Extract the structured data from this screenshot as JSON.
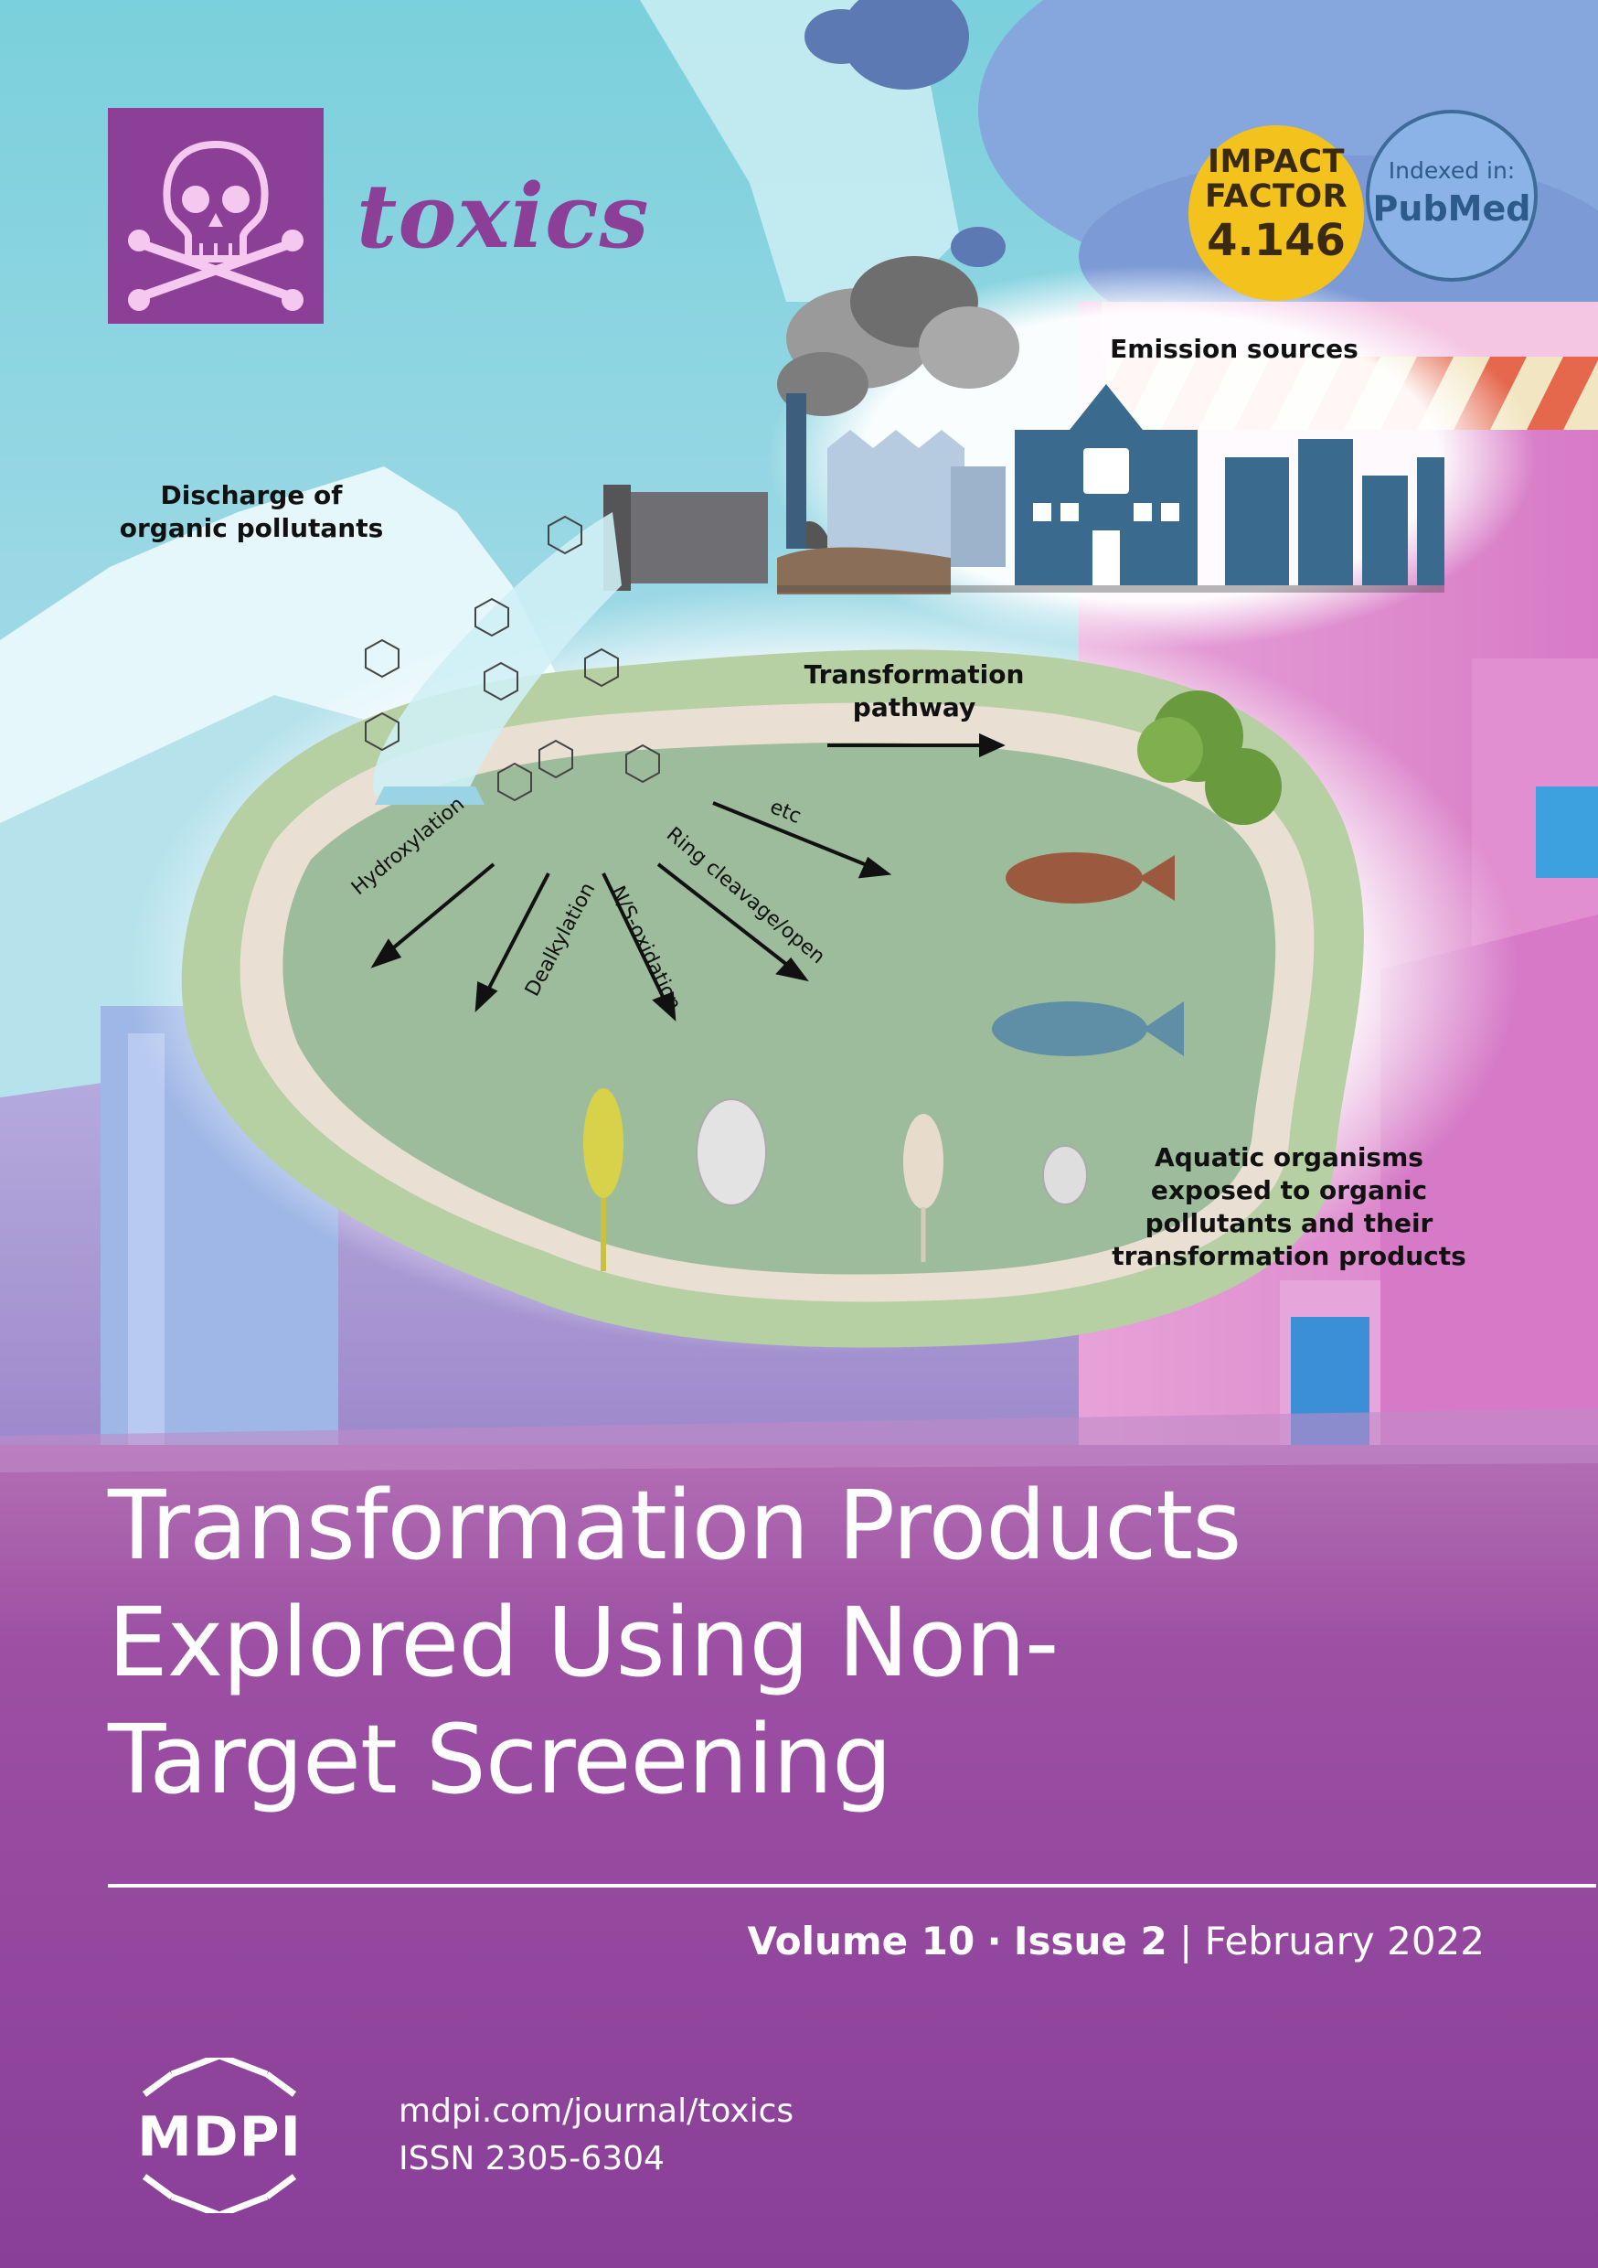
{
  "journal": {
    "name": "toxics"
  },
  "badges": {
    "impact_factor": {
      "line1": "IMPACT",
      "line2": "FACTOR",
      "value": "4.146"
    },
    "indexed": {
      "line1": "Indexed in:",
      "line2": "PubMed"
    }
  },
  "illustration": {
    "emission_sources": "Emission sources",
    "discharge": [
      "Discharge of",
      "organic pollutants"
    ],
    "transformation_pathway": [
      "Transformation",
      "pathway"
    ],
    "aquatic": [
      "Aquatic organisms",
      "exposed to organic",
      "pollutants and their",
      "transformation products"
    ],
    "arrows": {
      "hydroxylation": "Hydroxylation",
      "dealkylation": "Dealkylation",
      "ns_oxidation": "N/S-oxidation",
      "ring_cleavage": "Ring cleavage/open",
      "etc": "etc"
    }
  },
  "cover": {
    "title_lines": [
      "Transformation Products",
      "Explored Using Non-",
      "Target Screening"
    ],
    "volume": "Volume 10",
    "separator": "·",
    "issue": "Issue 2",
    "bar": "|",
    "date": "February 2022"
  },
  "footer": {
    "publisher": "MDPI",
    "url": "mdpi.com/journal/toxics",
    "issn": "ISSN 2305-6304"
  },
  "colors": {
    "brand_purple": "#8c3f97",
    "impact_yellow": "#f4c21d",
    "pubmed_blue": "#3d6c99"
  }
}
